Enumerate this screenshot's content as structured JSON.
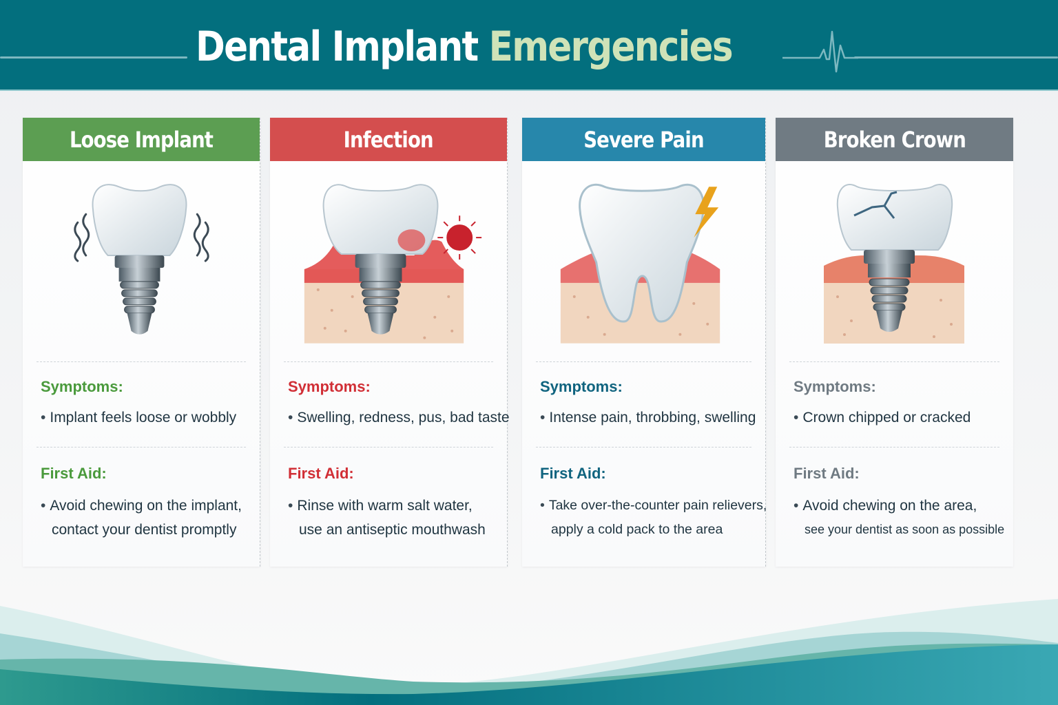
{
  "header": {
    "title_part1": "Dental Implant",
    "title_part2": "Emergencies",
    "background_color": "#036f7e",
    "accent_color": "#cfe3b8",
    "icon": "heartbeat-pulse-icon"
  },
  "cards": [
    {
      "title": "Loose Implant",
      "color": "#5c9e52",
      "text_color": "#4a9a3c",
      "illustration": "wobbly-implant-icon",
      "symptoms_label": "Symptoms:",
      "symptoms": [
        "Implant feels loose or wobbly"
      ],
      "first_aid_label": "First Aid:",
      "first_aid": [
        "Avoid chewing on the implant,",
        "contact your dentist promptly"
      ]
    },
    {
      "title": "Infection",
      "color": "#d44e4e",
      "text_color": "#d12f36",
      "illustration": "infected-implant-icon",
      "symptoms_label": "Symptoms:",
      "symptoms": [
        "Swelling, redness, pus, bad taste"
      ],
      "first_aid_label": "First Aid:",
      "first_aid": [
        "Rinse with warm salt water,",
        "use an antiseptic mouthwash"
      ]
    },
    {
      "title": "Severe Pain",
      "color": "#2787ab",
      "text_color": "#10647f",
      "illustration": "tooth-pain-lightning-icon",
      "symptoms_label": "Symptoms:",
      "symptoms": [
        "Intense pain, throbbing, swelling"
      ],
      "first_aid_label": "First Aid:",
      "first_aid": [
        "Take over-the-counter pain relievers,",
        "apply a cold pack to the area"
      ]
    },
    {
      "title": "Broken Crown",
      "color": "#707b83",
      "text_color": "#6f7a82",
      "illustration": "cracked-crown-implant-icon",
      "symptoms_label": "Symptoms:",
      "symptoms": [
        "Crown chipped or cracked"
      ],
      "first_aid_label": "First Aid:",
      "first_aid": [
        "Avoid chewing on the area,",
        "see your dentist as soon as possible"
      ]
    }
  ]
}
